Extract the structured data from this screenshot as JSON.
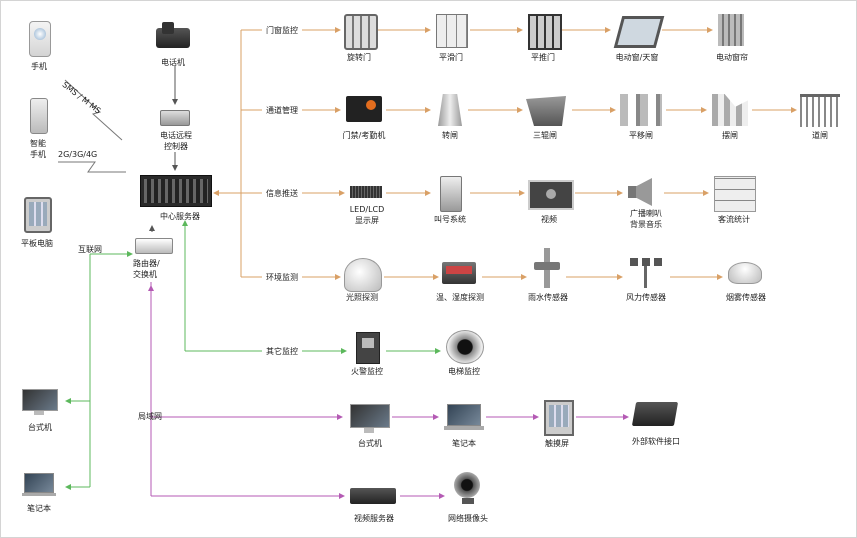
{
  "left": {
    "phone": "手机",
    "smartphone": "智能\n手机",
    "tablet": "平板电脑",
    "desktop": "台式机",
    "laptop": "笔记本",
    "sms": "SMS / M  MS",
    "network": "2G/3G/4G",
    "internet": "互联网",
    "lan": "局域网"
  },
  "center": {
    "telephone": "电话机",
    "remote_ctrl": "电话远程\n控制器",
    "server": "中心服务器",
    "router": "路由器/\n交换机"
  },
  "categories": {
    "door_window": "门窗监控",
    "passage": "通道管理",
    "info": "信息推送",
    "environment": "环境监测",
    "other": "其它监控"
  },
  "rows": {
    "door_window": [
      "旋转门",
      "平滑门",
      "平推门",
      "电动窗/天窗",
      "电动窗帘"
    ],
    "passage": [
      "门禁/考勤机",
      "转闸",
      "三辊闸",
      "平移闸",
      "摆闸",
      "道闸"
    ],
    "info": [
      "LED/LCD\n显示屏",
      "叫号系统",
      "视频",
      "广播喇叭\n背景音乐",
      "客流统计"
    ],
    "environment": [
      "光照探测",
      "温、湿度探测",
      "雨水传感器",
      "风力传感器",
      "烟雾传感器"
    ],
    "other": [
      "火警监控",
      "电梯监控"
    ],
    "lan": [
      "台式机",
      "笔记本",
      "触摸屏",
      "外部软件接口"
    ],
    "video": [
      "视频服务器",
      "网络摄像头"
    ]
  },
  "colors": {
    "orange": "#d9a066",
    "green": "#5cb85c",
    "purple": "#b45ab4"
  }
}
